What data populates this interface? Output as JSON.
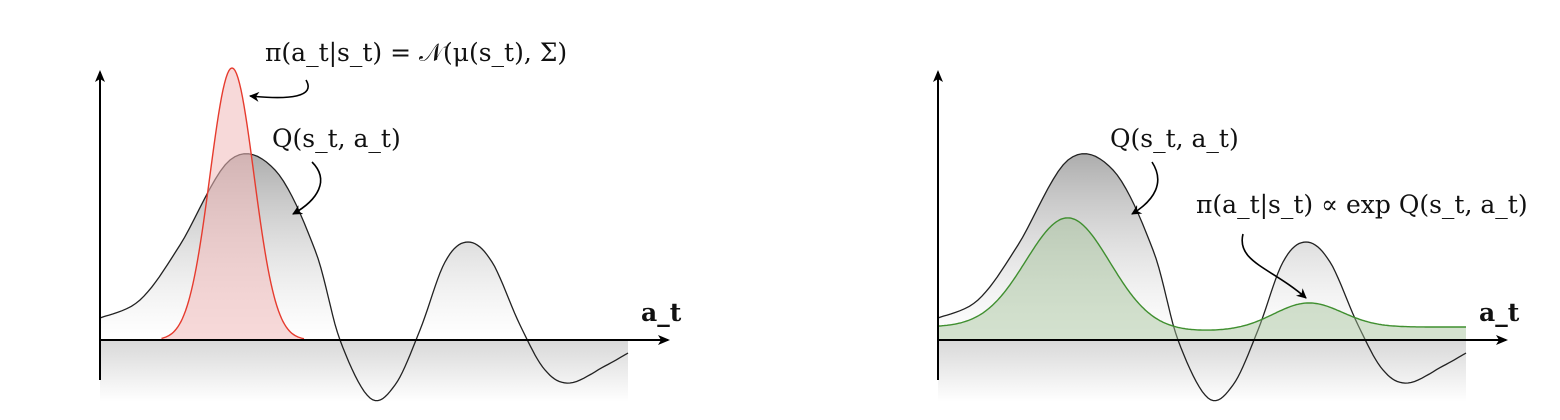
{
  "left_panel": {
    "policy_label": "π(a_t|s_t) = 𝒩(μ(s_t), Σ)",
    "q_label": "Q(s_t, a_t)",
    "axis_label": "a_t",
    "policy_color": "#e63b2e",
    "policy_fill": "#f0b9b9"
  },
  "right_panel": {
    "q_label": "Q(s_t, a_t)",
    "policy_label": "π(a_t|s_t) ∝ exp Q(s_t, a_t)",
    "axis_label": "a_t",
    "policy_color": "#3f8f2f",
    "policy_fill": "#9fbf95"
  },
  "colors": {
    "q_curve": "#222222",
    "q_fill": "#a9a9a9",
    "axis": "#000000"
  }
}
